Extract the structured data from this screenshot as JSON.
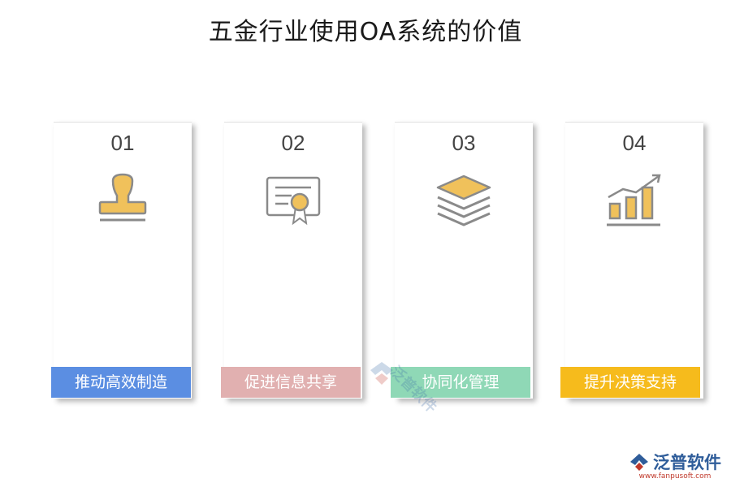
{
  "title": "五金行业使用OA系统的价值",
  "cards": [
    {
      "num": "01",
      "label": "推动高效制造",
      "icon": "stamp-icon",
      "color": "#5b8ee2"
    },
    {
      "num": "02",
      "label": "促进信息共享",
      "icon": "certificate-icon",
      "color": "#e1b0b0"
    },
    {
      "num": "03",
      "label": "协同化管理",
      "icon": "layers-icon",
      "color": "#8fd8b6"
    },
    {
      "num": "04",
      "label": "提升决策支持",
      "icon": "growth-chart-icon",
      "color": "#f6bb1c"
    }
  ],
  "watermark": {
    "text": "泛普软件"
  },
  "logo": {
    "text": "泛普软件",
    "url": "www.fanpusoft.com"
  },
  "colors": {
    "icon_fill": "#f0c15b",
    "icon_stroke": "#8a8a8a"
  }
}
